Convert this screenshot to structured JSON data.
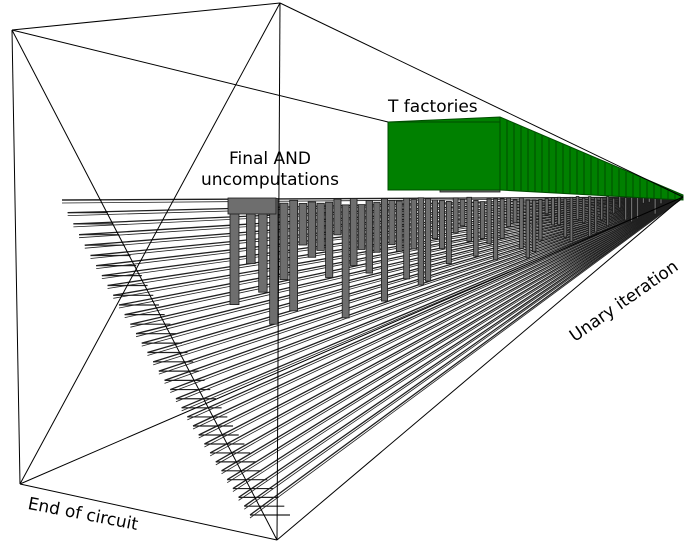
{
  "labels": {
    "t_factories": "T factories",
    "final_and_line1": "Final AND",
    "final_and_line2": "uncomputations",
    "end_of_circuit": "End of circuit",
    "unary_iteration": "Unary iteration"
  },
  "colors": {
    "background": "#ffffff",
    "edge": "#000000",
    "wire": "#202020",
    "gate": "#6e6e6e",
    "gate_outline": "#1a1a1a",
    "t_factory": "#008000",
    "t_factory_dark": "#004d00"
  }
}
